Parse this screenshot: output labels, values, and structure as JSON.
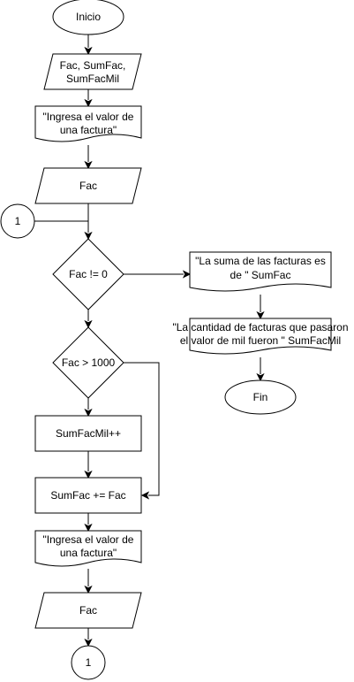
{
  "diagram": {
    "start": "Inicio",
    "declare": [
      "Fac, SumFac,",
      "SumFacMil"
    ],
    "prompt_1": [
      "\"Ingresa el valor de",
      "una factura\""
    ],
    "input_1": "Fac",
    "connector_in": "1",
    "loop_decision": "Fac != 0",
    "if_decision": "Fac > 1000",
    "increment_mil": "SumFacMil++",
    "accumulate": "SumFac += Fac",
    "prompt_2": [
      "\"Ingresa el valor de",
      "una factura\""
    ],
    "input_2": "Fac",
    "connector_out": "1",
    "output_sum": [
      "\"La suma de las facturas es",
      "de \" SumFac"
    ],
    "output_count": [
      "\"La cantidad de facturas que pasaron",
      "el valor de mil fueron \" SumFacMil"
    ],
    "end": "Fin"
  }
}
